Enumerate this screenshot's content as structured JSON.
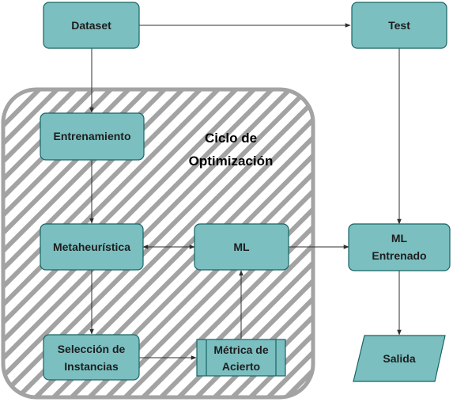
{
  "colors": {
    "node_fill": "#7bbfc1",
    "node_stroke": "#176564",
    "cycle_border": "#a3a3a3",
    "hatch": "#a3a3a3",
    "edge": "#2f2f2f"
  },
  "cycle": {
    "title_line1": "Ciclo de",
    "title_line2": "Optimización"
  },
  "nodes": {
    "dataset": "Dataset",
    "test": "Test",
    "entrenamiento": "Entrenamiento",
    "metaheuristica": "Metaheurística",
    "ml": "ML",
    "ml_entrenado_line1": "ML",
    "ml_entrenado_line2": "Entrenado",
    "seleccion_line1": "Selección de",
    "seleccion_line2": "Instancias",
    "metrica_line1": "Métrica de",
    "metrica_line2": "Acierto",
    "salida": "Salida"
  }
}
